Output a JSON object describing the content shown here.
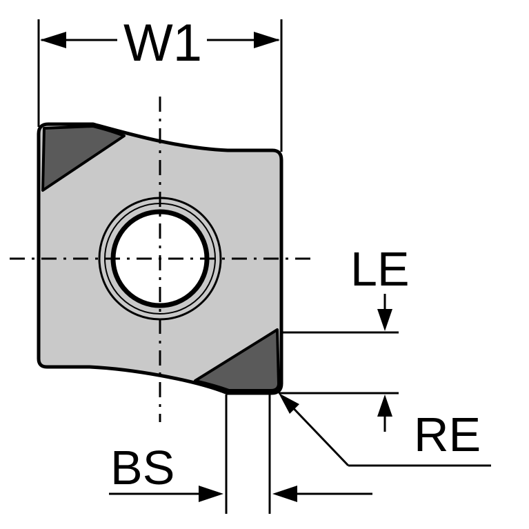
{
  "labels": {
    "w1": "W1",
    "le": "LE",
    "re": "RE",
    "bs": "BS"
  },
  "colors": {
    "insert_body": "#c9c9c9",
    "cutting_edge": "#5a5a5a",
    "outline": "#000000",
    "background": "#ffffff"
  }
}
